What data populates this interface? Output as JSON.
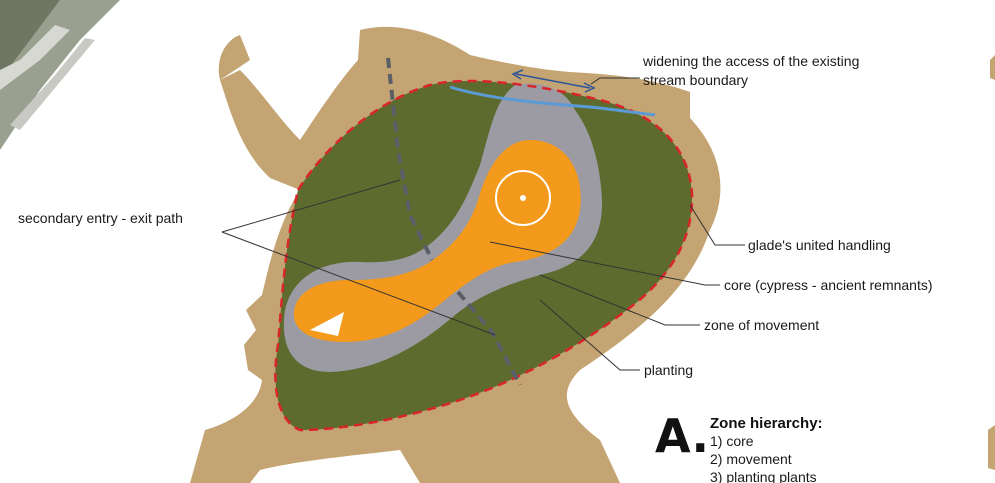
{
  "annotations": {
    "widening": [
      "widening the access of the existing",
      "stream boundary"
    ],
    "secondary_entry": "secondary entry - exit path",
    "glade": "glade's united handling",
    "core": "core (cypress - ancient remnants)",
    "movement": "zone of movement",
    "planting": "planting"
  },
  "legend": {
    "letter": "A.",
    "title": "Zone hierarchy:",
    "items": [
      "1) core",
      "2) movement",
      "3) planting plants"
    ]
  },
  "colors": {
    "soil": "#c3a472",
    "planting": "#5d6b2e",
    "movement": "#9c9aa3",
    "core": "#f39a1c",
    "boundary": "#d9252a",
    "stream": "#5b9bd5",
    "path": "#5a5e66"
  }
}
